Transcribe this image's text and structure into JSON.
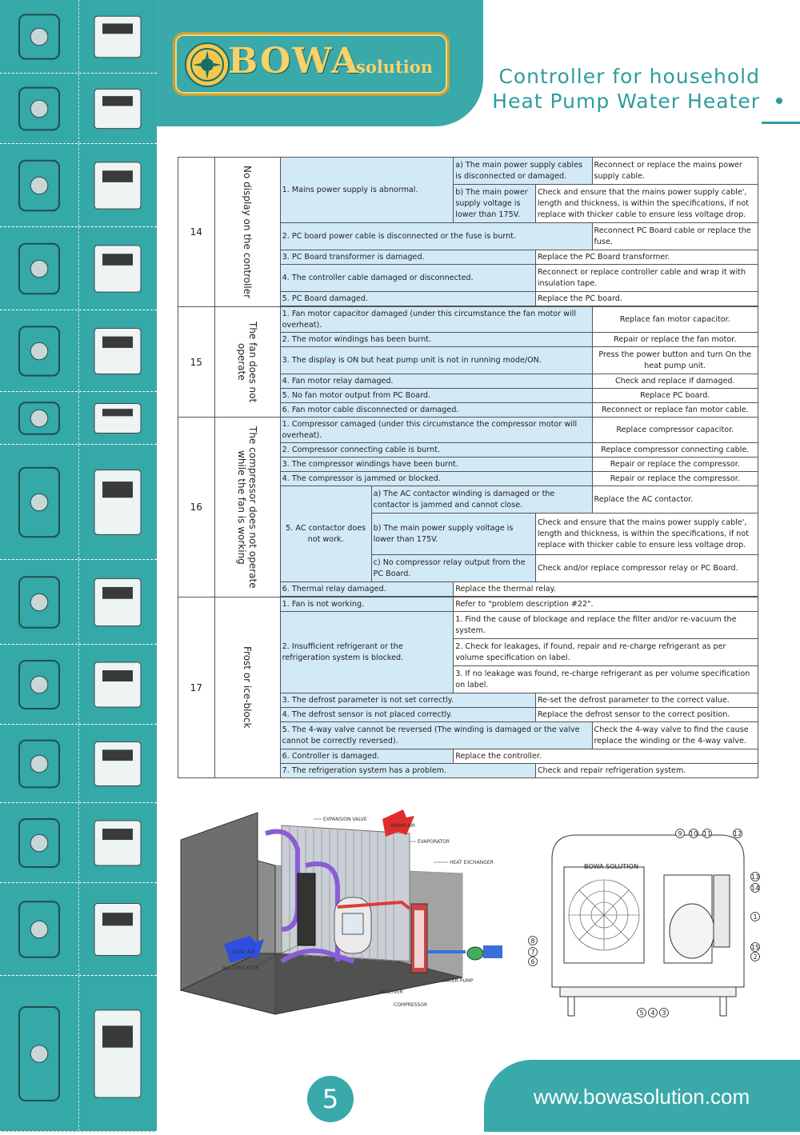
{
  "brand": {
    "logo_main": "BOWA",
    "logo_sub": "solution"
  },
  "header": {
    "title_line1": "Controller for household",
    "title_line2": "Heat Pump Water Heater"
  },
  "table": {
    "r14": {
      "num": "14",
      "symptom": "No display on the controller",
      "c1": "1. Mains power supply is abnormal.",
      "c1a": "a) The main power supply cables is disconnected or damaged.",
      "c1a_fix": "Reconnect or replace the mains power supply cable.",
      "c1b": "b) The main power supply voltage is lower than 175V.",
      "c1b_fix": "Check and ensure that the mains power supply cable', length and thickness, is within the specifications, if not replace with thicker cable to ensure less voltage drop.",
      "c2": "2. PC board power cable is disconnected or the fuse is burnt.",
      "c2_fix": "Reconnect PC Board cable or replace the fuse.",
      "c3": "3. PC Board transformer is damaged.",
      "c3_fix": "Replace the PC Board transformer.",
      "c4": "4. The controller cable damaged or disconnected.",
      "c4_fix": "Reconnect or replace controller cable and wrap it with insulation tape.",
      "c5": "5. PC Board damaged.",
      "c5_fix": "Replace the PC board."
    },
    "r15": {
      "num": "15",
      "symptom_l1": "The fan does not",
      "symptom_l2": "operate",
      "c1": "1. Fan motor capacitor damaged (under this circumstance the fan motor will overheat).",
      "c1_fix": "Replace fan motor capacitor.",
      "c2": "2. The motor windings has been burnt.",
      "c2_fix": "Repair or replace the fan motor.",
      "c3": "3. The display is ON but heat pump unit is not in running mode/ON.",
      "c3_fix": "Press the power button and turn On the heat pump unit.",
      "c4": "4. Fan motor relay damaged.",
      "c4_fix": "Check and replace if damaged.",
      "c5": "5. No fan motor output from PC Board.",
      "c5_fix": "Replace PC board.",
      "c6": "6. Fan motor cable disconnected or damaged.",
      "c6_fix": "Reconnect or replace fan motor cable."
    },
    "r16": {
      "num": "16",
      "symptom_l1": "The compressor does not operate",
      "symptom_l2": "while the fan is working",
      "c1": "1. Compressor camaged (under this circumstance the compressor motor will overheat).",
      "c1_fix": "Replace compressor capacitor.",
      "c2": "2. Compressor connecting cable is burnt.",
      "c2_fix": "Replace compressor connecting cable.",
      "c3": "3. The compressor windings have been burnt.",
      "c3_fix": "Repair or replace the compressor.",
      "c4": "4. The compressor is jammed or blocked.",
      "c4_fix": "Repair or replace the compressor.",
      "c5": "5. AC contactor does not work.",
      "c5a": "a) The AC contactor winding is damaged or the contactor is jammed and cannot close.",
      "c5a_fix": "Replace the AC contactor.",
      "c5b": "b) The main power supply voltage is lower than 175V.",
      "c5b_fix": "Check and ensure that the mains power supply cable', length and thickness, is within the specifications, if not replace with thicker cable to ensure less voltage drop.",
      "c5c": "c) No compressor relay output from the PC Board.",
      "c5c_fix": "Check and/or replace compressor relay or PC Board.",
      "c6": "6. Thermal relay damaged.",
      "c6_fix": "Replace the thermal relay."
    },
    "r17": {
      "num": "17",
      "symptom": "Frost or ice-block",
      "c1": "1. Fan is not working.",
      "c1_fix": "Refer to \"problem description #22\".",
      "c2": "2. Insufficient refrigerant or the refrigeration system is blocked.",
      "c2_fix1": "1. Find the cause of blockage and replace the filter and/or re-vacuum the system.",
      "c2_fix2": "2. Check for leakages, if found, repair and re-charge refrigerant as per volume specification on label.",
      "c2_fix3": "3. If no leakage was found, re-charge refrigerant as per volume specification on label.",
      "c3": "3. The defrost parameter is not set correctly.",
      "c3_fix": "Re-set the defrost parameter to the correct value.",
      "c4": "4. The defrost sensor is not placed correctly.",
      "c4_fix": "Replace the defrost sensor to the correct position.",
      "c5": "5. The 4-way valve cannot be reversed (The winding is damaged or the valve cannot be correctly reversed).",
      "c5_fix": "Check the 4-way valve to find the cause replace the winding or the 4-way valve.",
      "c6": "6. Controller is damaged.",
      "c6_fix": "Replace the controller.",
      "c7": "7. The refrigeration system has a problem.",
      "c7_fix": "Check and repair refrigeration system."
    }
  },
  "diagram_left": {
    "expansion_valve": "EXPANSION VALVE",
    "warm_air": "WARM AIR",
    "evaporator": "EVAPORATOR",
    "heat_exchanger": "HEAT EXCHANGER",
    "cool_air": "COOL AIR",
    "accumulator": "ACCUMULATOR",
    "receiver": "RECEIVER",
    "compressor": "COMPRESSOR",
    "water_pump": "WATER PUMP"
  },
  "diagram_right": {
    "unit_label": "BOWA SOLUTION",
    "numbers": [
      "9",
      "10",
      "11",
      "12",
      "13",
      "14",
      "1",
      "15",
      "2",
      "8",
      "7",
      "6",
      "5",
      "4",
      "3"
    ]
  },
  "footer": {
    "page_number": "5",
    "url": "www.bowasolution.com"
  },
  "colors": {
    "teal": "#35a8a8",
    "light_blue": "#d2e9f6",
    "gold": "#f5d26a"
  }
}
